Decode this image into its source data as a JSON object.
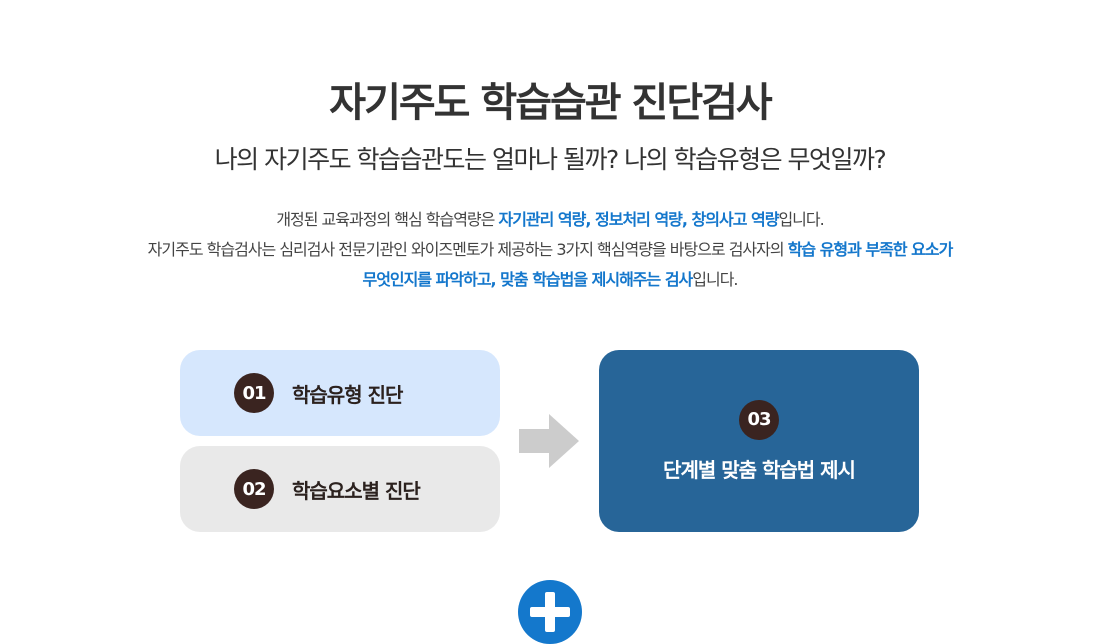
{
  "header": {
    "title": "자기주도 학습습관 진단검사",
    "subtitle": "나의 자기주도 학습습관도는 얼마나 될까?  나의 학습유형은 무엇일까?"
  },
  "description": {
    "line1_a": "개정된 교육과정의 핵심 학습역량은 ",
    "line1_hl": "자기관리 역량, 정보처리 역량, 창의사고 역량",
    "line1_b": "입니다.",
    "line2_a": "자기주도 학습검사는 심리검사 전문기관인 와이즈멘토가 제공하는 3가지 핵심역량을 바탕으로 검사자의 ",
    "line2_hl": "학습 유형과 부족한 요소가",
    "line3_hl": "무엇인지를 파악하고, 맞춤 학습법을 제시해주는 검사",
    "line3_b": "입니다."
  },
  "steps": [
    {
      "number": "01",
      "label": "학습유형 진단"
    },
    {
      "number": "02",
      "label": "학습요소별 진단"
    },
    {
      "number": "03",
      "label": "단계별 맞춤 학습법 제시"
    }
  ],
  "colors": {
    "accent": "#1477cc",
    "step1_bg": "#d6e7fd",
    "step2_bg": "#e9e9e9",
    "step3_bg": "#276598",
    "badge": "#3a2420"
  }
}
